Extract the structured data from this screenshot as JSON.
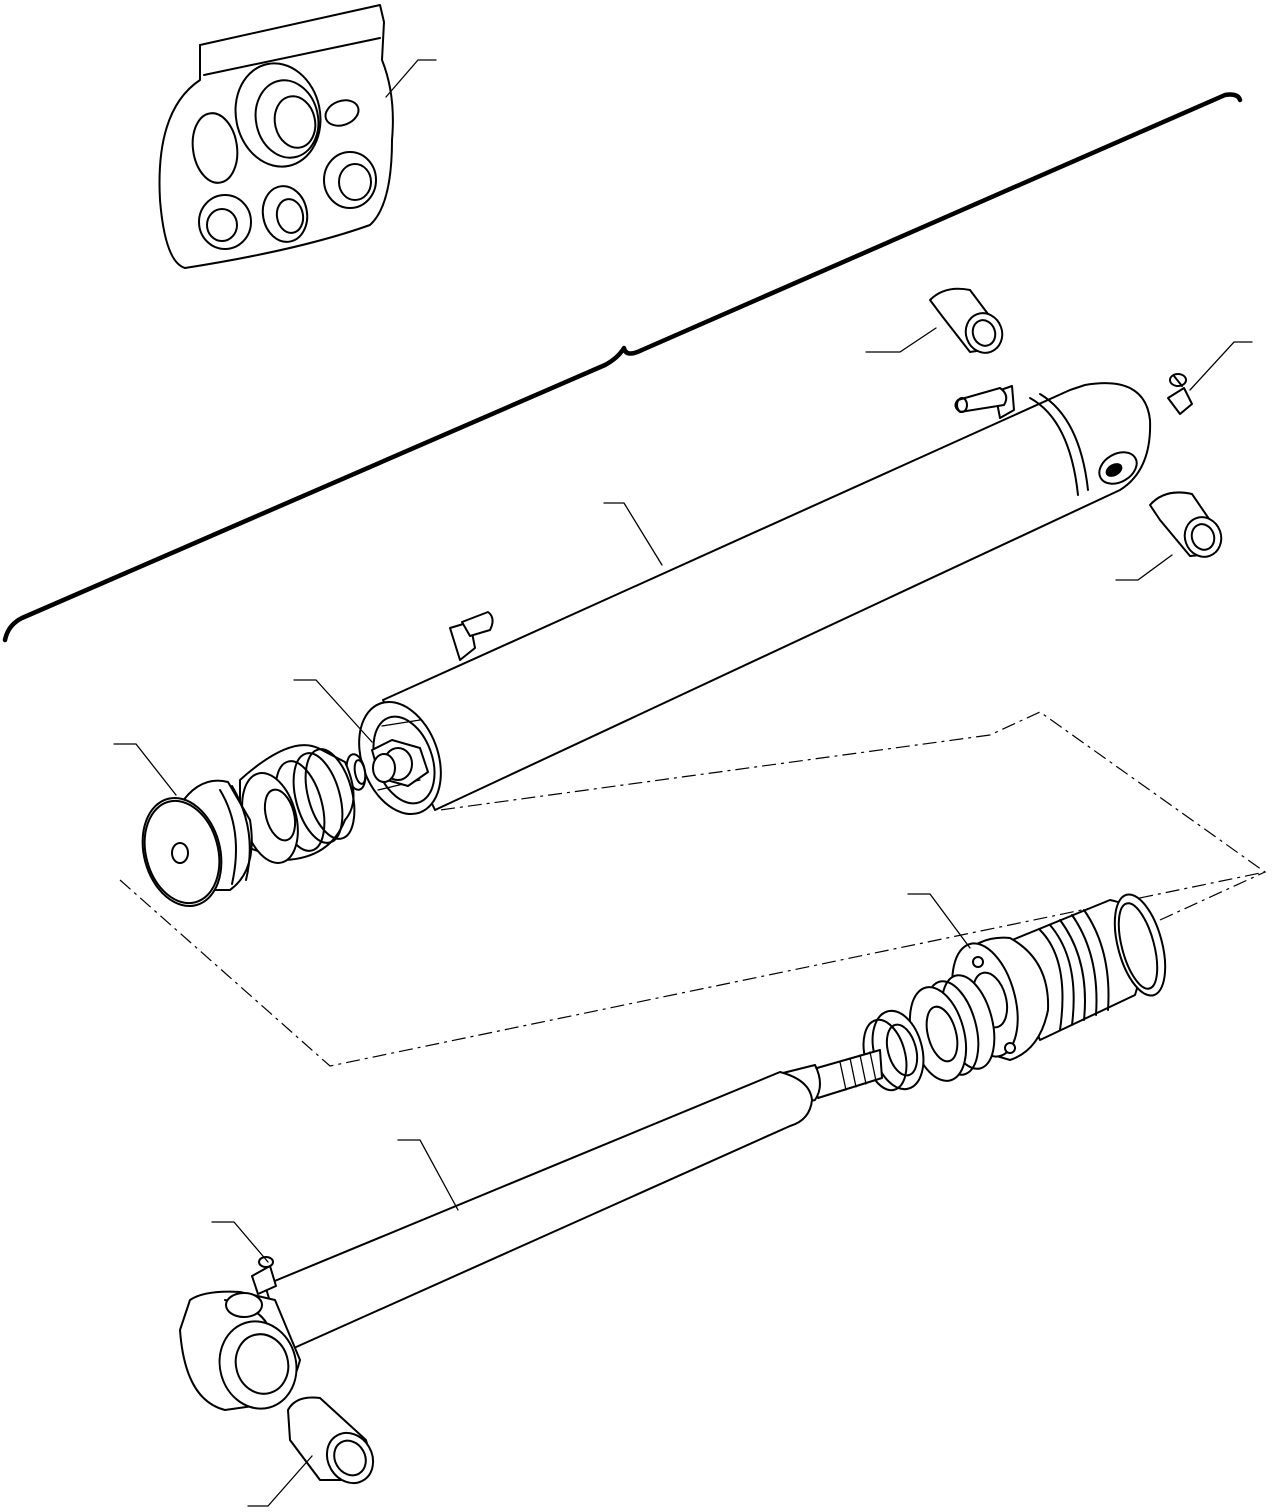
{
  "diagram": {
    "type": "exploded-parts-drawing",
    "part_callouts": [
      {
        "part": "seal-kit",
        "label": ""
      },
      {
        "part": "bushing-top",
        "label": ""
      },
      {
        "part": "grease-fitting-barrel",
        "label": ""
      },
      {
        "part": "cylinder-barrel",
        "label": ""
      },
      {
        "part": "bushing-barrel-end",
        "label": ""
      },
      {
        "part": "piston-nut",
        "label": ""
      },
      {
        "part": "piston",
        "label": ""
      },
      {
        "part": "gland",
        "label": ""
      },
      {
        "part": "piston-rod",
        "label": ""
      },
      {
        "part": "grease-fitting-rod",
        "label": ""
      },
      {
        "part": "bushing-rod-end",
        "label": ""
      }
    ]
  }
}
